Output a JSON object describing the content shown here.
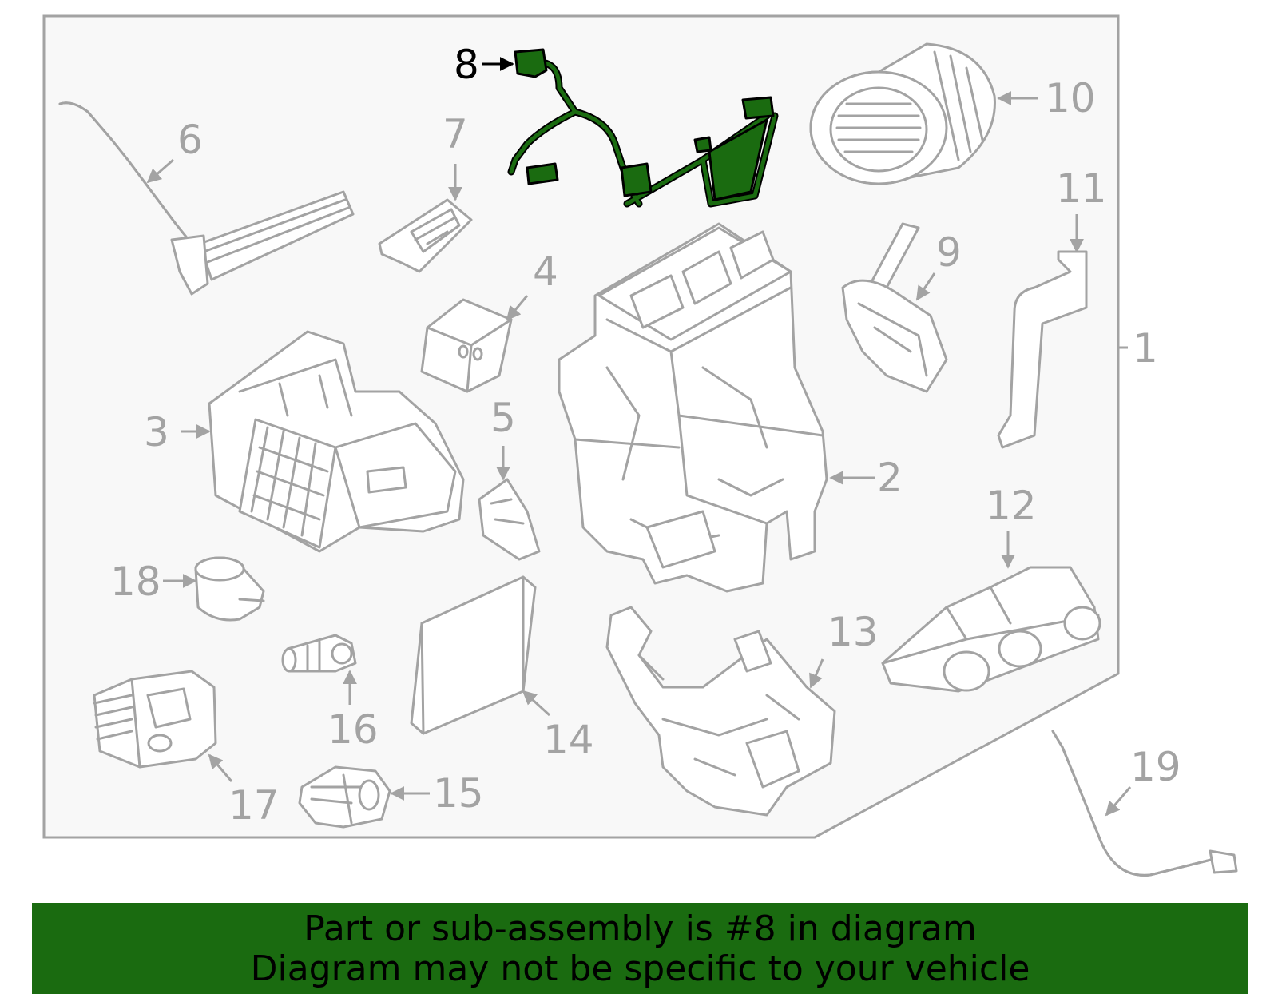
{
  "colors": {
    "highlight": "#1a6b10",
    "parts_stroke": "#a3a3a3",
    "panel_bg": "#f8f8f8"
  },
  "diagram": {
    "highlighted_part": "8",
    "callouts": {
      "c1": "1",
      "c2": "2",
      "c3": "3",
      "c4": "4",
      "c5": "5",
      "c6": "6",
      "c7": "7",
      "c8": "8",
      "c9": "9",
      "c10": "10",
      "c11": "11",
      "c12": "12",
      "c13": "13",
      "c14": "14",
      "c15": "15",
      "c16": "16",
      "c17": "17",
      "c18": "18",
      "c19": "19"
    }
  },
  "banner": {
    "line1": "Part or sub-assembly is #8 in diagram",
    "line2": "Diagram may not be specific to your vehicle"
  }
}
